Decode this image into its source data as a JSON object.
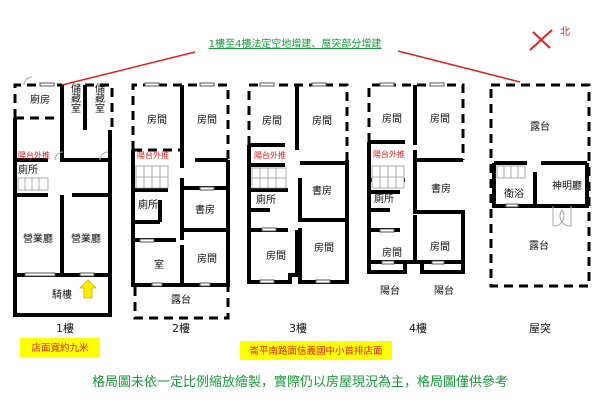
{
  "title": "1樓至4樓法定空地增建、屋突部分增建",
  "north_label": "北",
  "floors": {
    "f1": {
      "label": "1樓",
      "rooms": {
        "kitchen": "廚房",
        "storage1": "儲藏室",
        "storage2": "儲藏室",
        "balcony_ext": "陽台外推",
        "toilet": "廁所",
        "hall1": "營業廳",
        "hall2": "營業廳",
        "arcade": "騎樓"
      }
    },
    "f2": {
      "label": "2樓",
      "rooms": {
        "room1": "房間",
        "room2": "房間",
        "balcony_ext": "陽台外推",
        "toilet": "廁所",
        "study": "書房",
        "room3": "室",
        "room4": "房間",
        "terrace": "露台"
      }
    },
    "f3": {
      "label": "3樓",
      "rooms": {
        "room1": "房間",
        "room2": "房間",
        "balcony_ext": "陽台外推",
        "toilet": "廁所",
        "study": "書房",
        "room3": "房間",
        "room4": "房間"
      }
    },
    "f4": {
      "label": "4樓",
      "rooms": {
        "room1": "房間",
        "room2": "房間",
        "balcony_ext": "陽台外推",
        "toilet": "廁所",
        "study": "書房",
        "room3": "房間",
        "room4": "房間",
        "balcony1": "陽台",
        "balcony2": "陽台"
      }
    },
    "roof": {
      "label": "屋突",
      "rooms": {
        "terrace1": "露台",
        "bath": "衛浴",
        "shrine": "神明廳",
        "terrace2": "露台"
      }
    }
  },
  "notes": {
    "shop_width": "店面寬約九米",
    "location": "崙平南路面信義國中小首排店面"
  },
  "footer": "格局圖未依一定比例縮放繪製，實際仍以房屋現況為主，格局圖僅供參考",
  "colors": {
    "accent_green": "#1a9a3a",
    "red": "#d22",
    "highlight": "#ffff00"
  }
}
